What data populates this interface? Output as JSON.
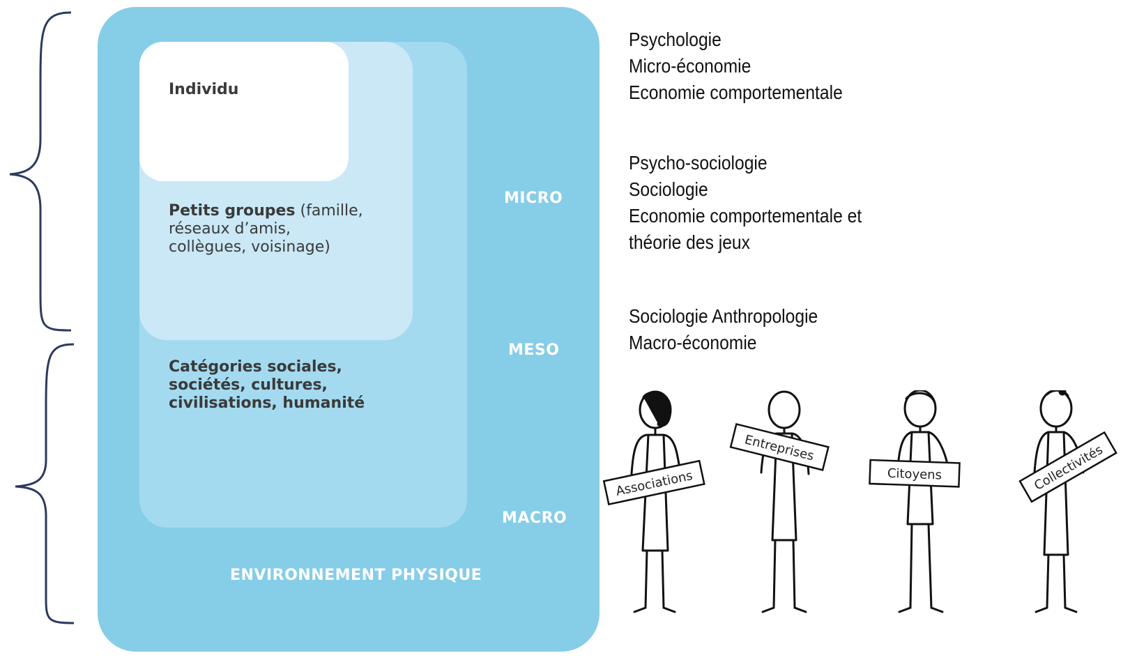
{
  "diagram": {
    "levels": {
      "individu": "Individu",
      "petits_groupes_bold": "Petits groupes",
      "petits_groupes_rest": " (famille,",
      "petits_groupes_line2": "réseaux d’amis,",
      "petits_groupes_line3": "collègues, voisinage)",
      "categories_line1": "Catégories sociales,",
      "categories_line2": "sociétés, cultures,",
      "categories_line3": "civilisations, humanité",
      "environnement": "ENVIRONNEMENT PHYSIQUE"
    },
    "scales": {
      "micro": "MICRO",
      "meso": "MESO",
      "macro": "MACRO"
    }
  },
  "disciplines": {
    "group1": [
      "Psychologie",
      "Micro-économie",
      "Economie comportementale"
    ],
    "group2": [
      "Psycho-sociologie",
      "Sociologie",
      "Economie comportementale et",
      "théorie des jeux"
    ],
    "group3": [
      "Sociologie  Anthropologie",
      "Macro-économie"
    ]
  },
  "figures": {
    "labels": [
      "Associations",
      "Entreprises",
      "Citoyens",
      "Collectivités"
    ]
  },
  "colors": {
    "outer": "#86cde8",
    "meso": "#a4daef",
    "small_groups": "#cae8f6",
    "individual": "#ffffff",
    "brace": "#2c3a5e"
  }
}
